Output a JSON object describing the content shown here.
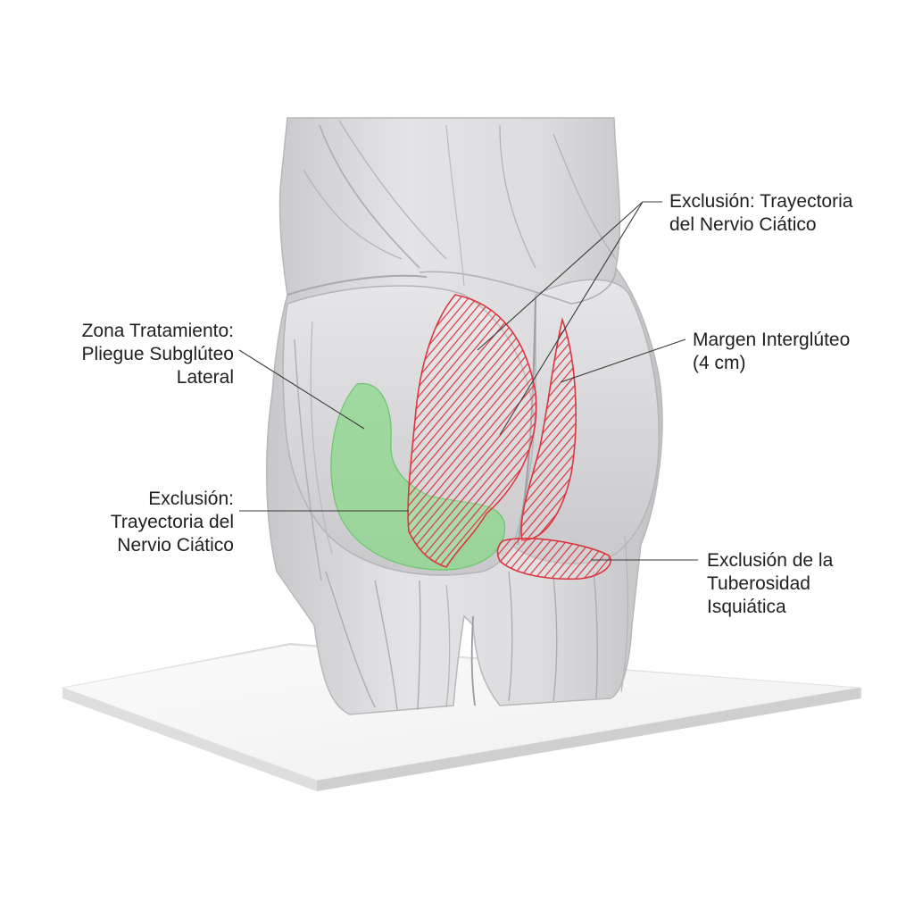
{
  "colors": {
    "background": "#ffffff",
    "model_fill": "#d9d9db",
    "model_shadow": "#b9b9bc",
    "model_line": "#a9a9ad",
    "treatment_zone": "#7fd87f",
    "exclusion_zone": "#e0454a",
    "leader_line": "#3a3a3a",
    "base_top": "#f7f7f7",
    "base_edge": "#dadada"
  },
  "icons": {
    "treatment_zone": "green-translucent-area",
    "exclusion_zone": "red-hatched-area"
  },
  "labels": {
    "sciatic_top": [
      "Exclusión: Trayectoria",
      "del Nervio Ciático"
    ],
    "treatment": [
      "Zona Tratamiento:",
      "Pliegue Subglúteo",
      "Lateral"
    ],
    "intergluteal": [
      "Margen Interglúteo",
      "(4 cm)"
    ],
    "sciatic_left": [
      "Exclusión:",
      "Trayectoria del",
      "Nervio Ciático"
    ],
    "ischial": [
      "Exclusión de la",
      "Tuberosidad",
      "Isquiática"
    ]
  }
}
